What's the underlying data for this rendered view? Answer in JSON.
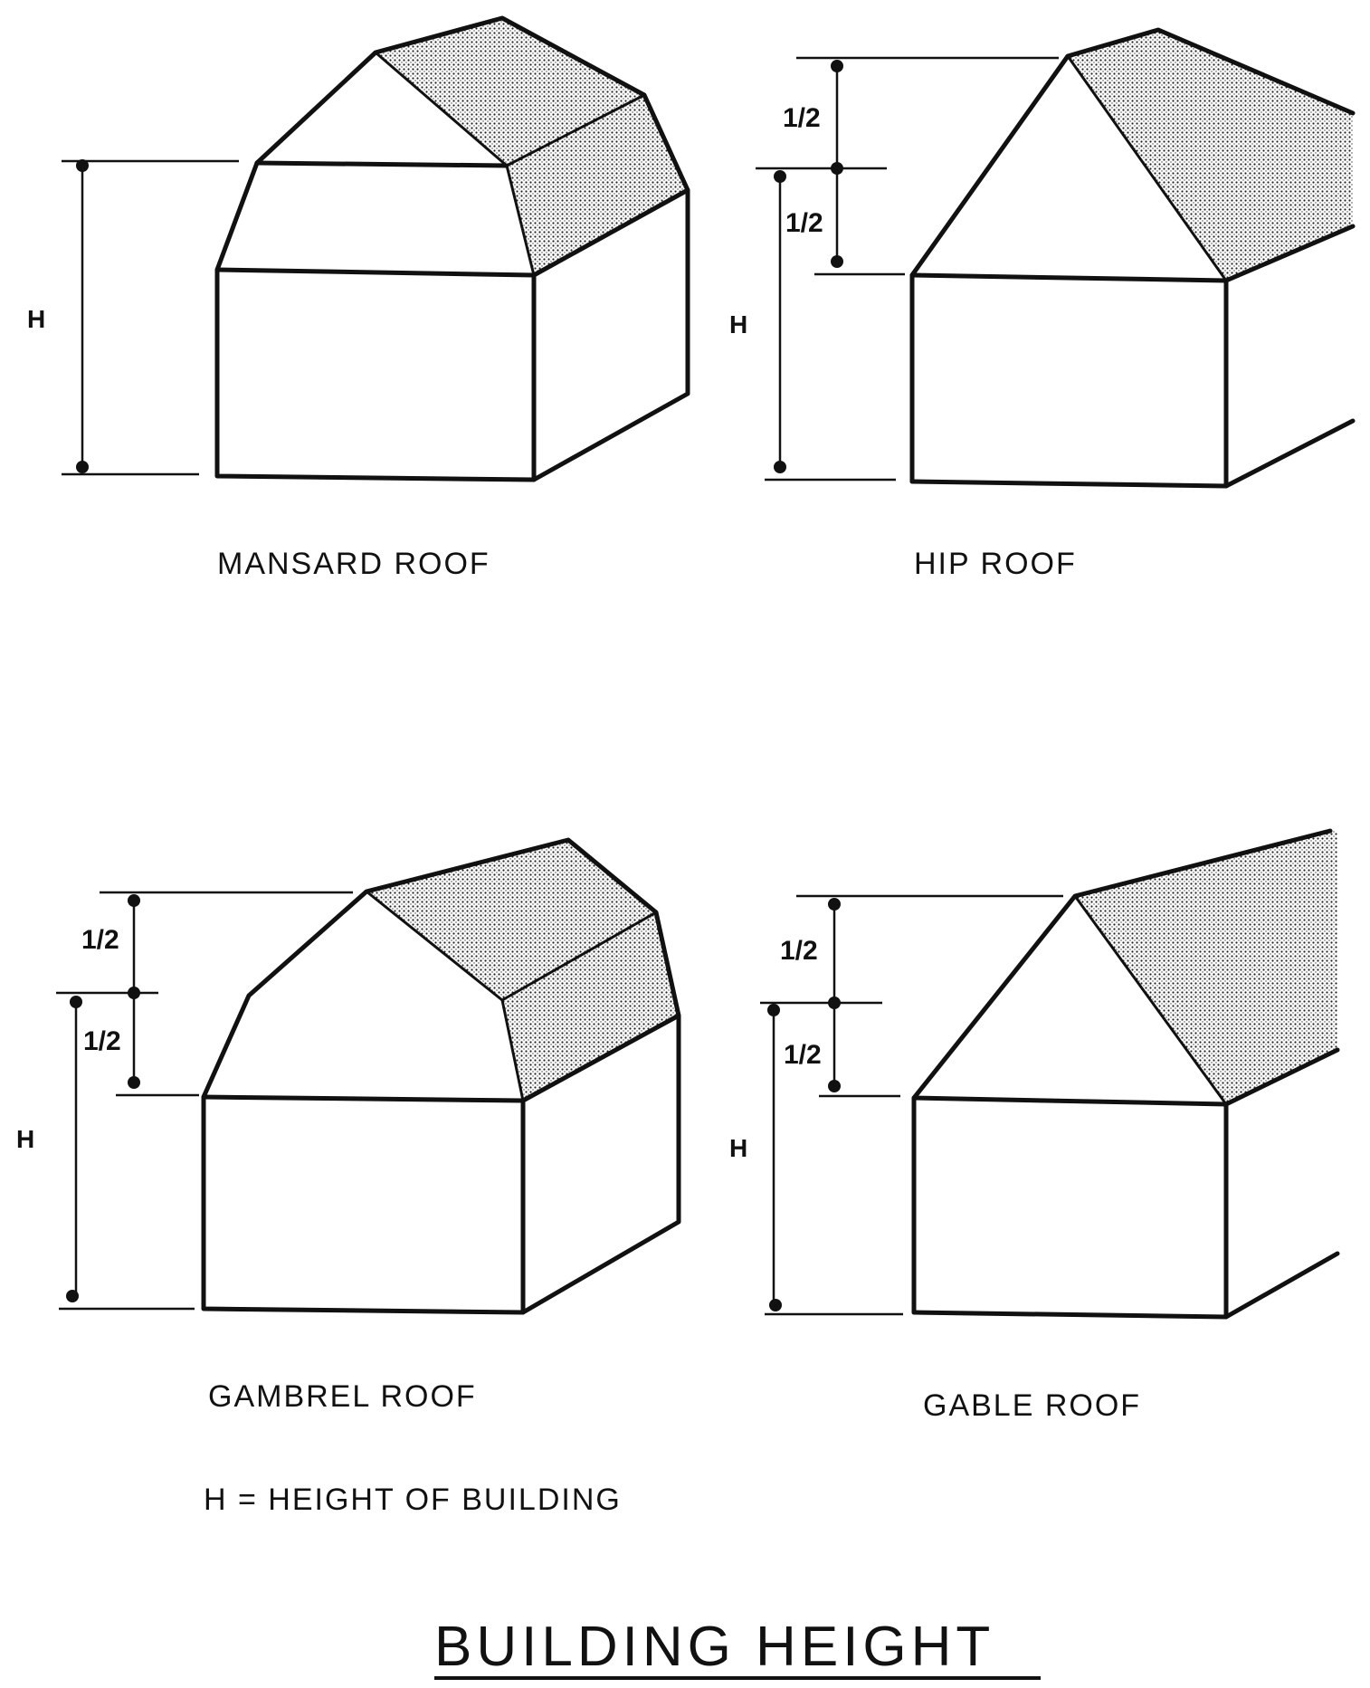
{
  "diagram": {
    "title": "BUILDING HEIGHT",
    "legend": "H = HEIGHT OF BUILDING",
    "height_symbol": "H",
    "half_label": "1/2",
    "panels": {
      "mansard": {
        "label": "MANSARD ROOF"
      },
      "hip": {
        "label": "HIP ROOF"
      },
      "gambrel": {
        "label": "GAMBREL ROOF"
      },
      "gable": {
        "label": "GABLE ROOF"
      }
    }
  },
  "colors": {
    "ink": "#111111",
    "paper": "#ffffff"
  }
}
